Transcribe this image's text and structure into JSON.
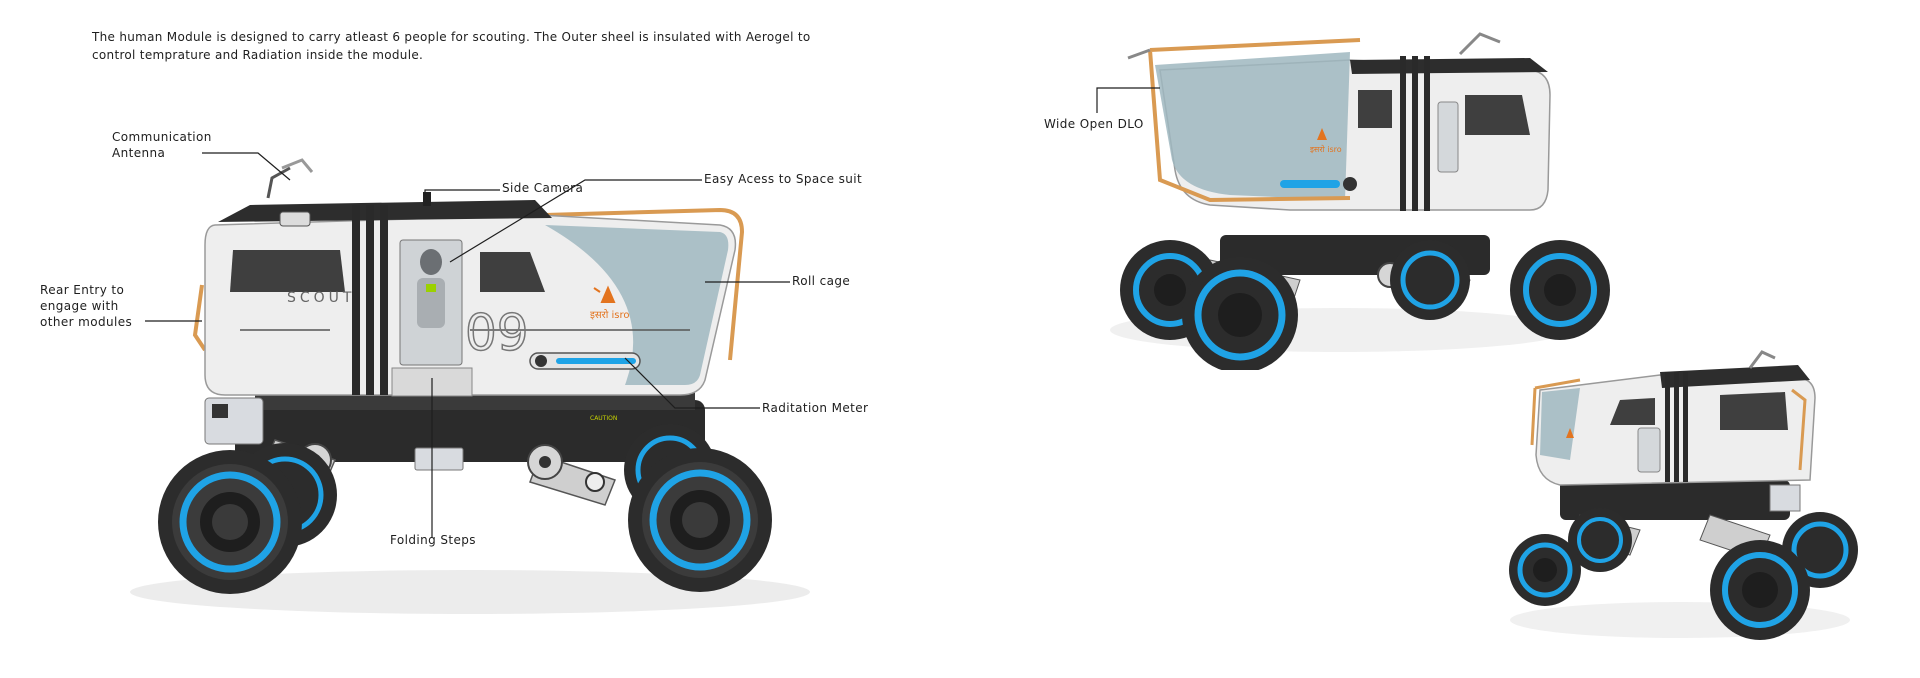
{
  "description": "The human Module is designed to carry atleast 6 people for scouting. The Outer sheel is insulated with Aerogel to control temprature and Radiation inside the module.",
  "vehicle": {
    "side_text": "SCOUT",
    "number": "09",
    "logo_text": "इसरो isro"
  },
  "annotations": {
    "communication_antenna": "Communication Antenna",
    "side_camera": "Side Camera",
    "easy_access_space_suit": "Easy Acess to Space suit",
    "rear_entry": "Rear Entry to engage with other modules",
    "roll_cage": "Roll cage",
    "radiation_meter": "Raditation Meter",
    "folding_steps": "Folding Steps",
    "wide_open_dlo": "Wide Open DLO"
  },
  "colors": {
    "accent_blue": "#1fa3e6",
    "roll_cage_orange": "#d99a52",
    "tyre": "#2c2c2c",
    "body": "#eeeeee",
    "roof": "#2d2d2d",
    "glass": "#9fb7bf"
  }
}
